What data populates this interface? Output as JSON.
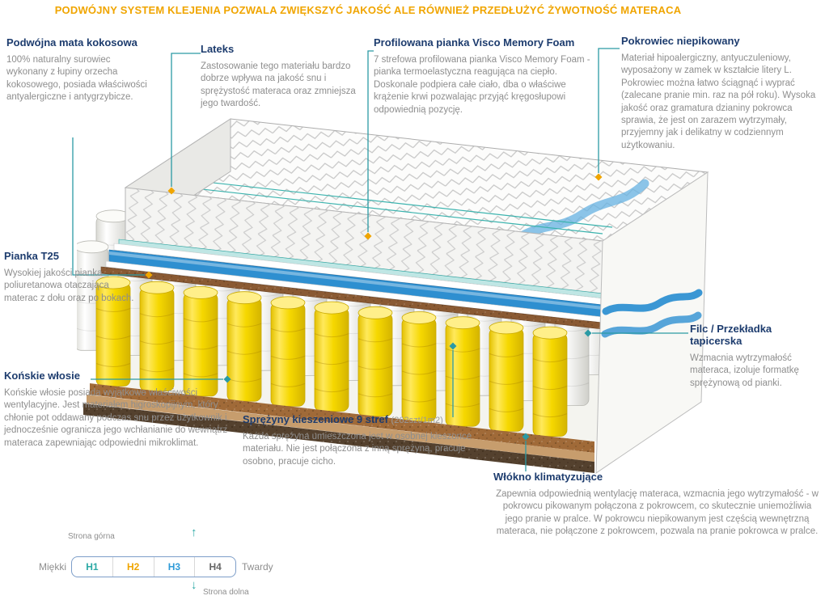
{
  "banner": {
    "text": "PODWÓJNY SYSTEM KLEJENIA POZWALA ZWIĘKSZYĆ JAKOŚĆ ALE RÓWNIEŻ PRZEDŁUŻYĆ ŻYWOTNOŚĆ MATERACA",
    "color": "#f0a500"
  },
  "sections": {
    "mata": {
      "title": "Podwójna mata kokosowa",
      "body": "100% naturalny surowiec wykonany z łupiny orzecha kokosowego, posiada właściwości antyalergiczne i antygrzybicze."
    },
    "lateks": {
      "title": "Lateks",
      "body": "Zastosowanie tego materiału bardzo dobrze wpływa na jakość snu i sprężystość materaca oraz zmniejsza jego twardość."
    },
    "visco": {
      "title": "Profilowana pianka Visco Memory Foam",
      "body": "7 strefowa profilowana pianka Visco Memory Foam - pianka termoelastyczna reagująca na ciepło. Doskonale podpiera całe ciało, dba o właściwe krążenie krwi pozwalając przyjąć kręgosłupowi odpowiednią pozycję."
    },
    "pokrowiec": {
      "title": "Pokrowiec niepikowany",
      "body": "Materiał hipoalergiczny, antyuczuleniowy, wyposażony w zamek w kształcie litery L. Pokrowiec można łatwo ściągnąć i wyprać (zalecane pranie min. raz na pół roku). Wysoka jakość oraz gramatura dzianiny pokrowca sprawia, że jest on zarazem wytrzymały, przyjemny jak i delikatny w codziennym użytkowaniu."
    },
    "pianka": {
      "title": "Pianka T25",
      "body": "Wysokiej jakości pianka poliuretanowa otaczająca materac z dołu oraz po bokach."
    },
    "filc": {
      "title": "Filc / Przekładka tapicerska",
      "body": "Wzmacnia wytrzymałość materaca, izoluje formatkę sprężynową od pianki."
    },
    "konskie": {
      "title": "Końskie włosie",
      "body": "Końskie włosie posiada wyjątkowe właściwości wentylacyjne. Jest materiałem higroskopijnym, który chłonie pot oddawany podczas snu przez użytkownik i jednocześnie ogranicza jego wchłanianie do wewnątrz materaca zapewniając odpowiedni mikroklimat."
    },
    "sprezyny": {
      "title": "Sprężyny kieszeniowe 9 stref",
      "suffix": "(262szt/1m2)",
      "body": "Każda sprężyna umieszczona jest w osobnej kieszonce materiału. Nie jest połączona z inną sprężyną, pracuje osobno, pracuje cicho."
    },
    "wlokno": {
      "title": "Włókno klimatyzujące",
      "body": "Zapewnia odpowiednią wentylację materaca, wzmacnia jego wytrzymałość - w pokrowcu pikowanym połączona z pokrowcem, co skutecznie uniemożliwia jego pranie w pralce. W pokrowcu niepikowanym jest częścią wewnętrzną materaca, nie połączone z pokrowcem, pozwala na pranie pokrowca w pralce."
    }
  },
  "scale": {
    "top_label": "Strona górna",
    "bottom_label": "Strona dolna",
    "soft_label": "Miękki",
    "hard_label": "Twardy",
    "levels": [
      {
        "label": "H1",
        "color": "#2ba9a5"
      },
      {
        "label": "H2",
        "color": "#f0a500"
      },
      {
        "label": "H3",
        "color": "#2f9bd8"
      },
      {
        "label": "H4",
        "color": "#666666"
      }
    ]
  },
  "colors": {
    "heading": "#1d3c6e",
    "body_text": "#8e8e8e",
    "connector_teal": "#2b9aa4",
    "marker_orange": "#f0a500",
    "spring_yellow": "#f6d800",
    "wave_blue": "#3b97d4"
  }
}
